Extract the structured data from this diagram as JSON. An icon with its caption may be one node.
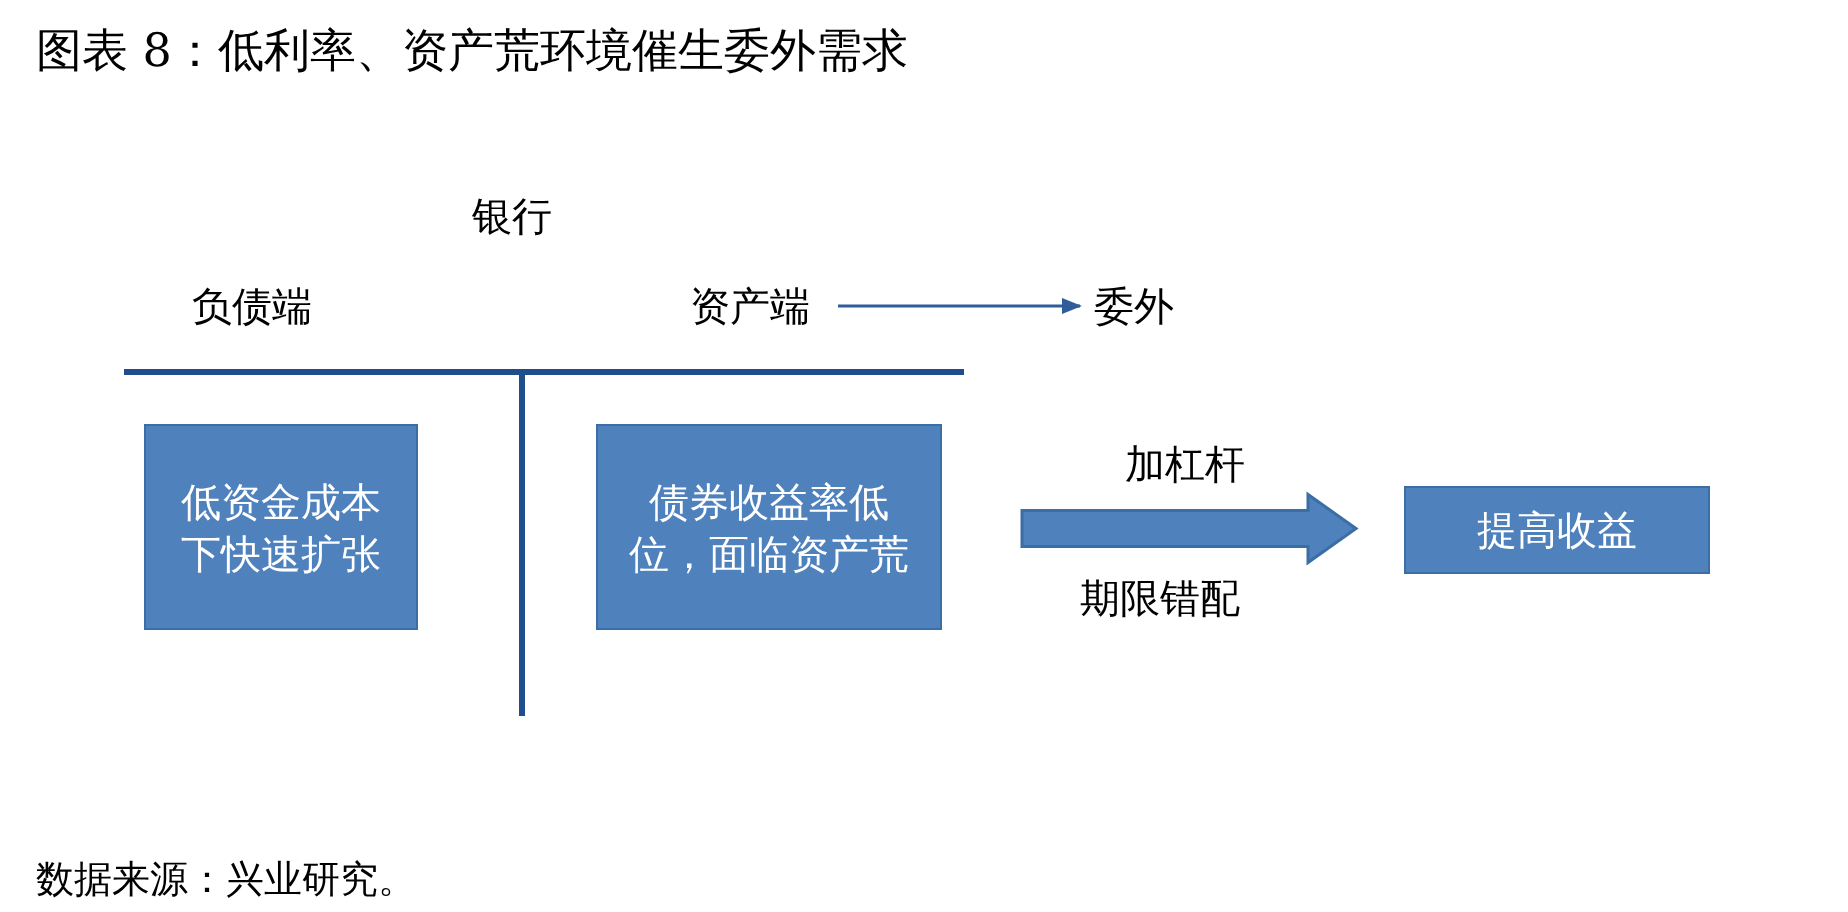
{
  "diagram": {
    "title": "图表 8：低利率、资产荒环境催生委外需求",
    "caption": "数据来源：兴业研究。",
    "nodes": [
      {
        "text": [
          "资产端"
        ]
      },
      {
        "text": [
          "委外"
        ]
      },
      {
        "text": [
          "低资金成本下快速扩张"
        ]
      },
      {
        "text": [
          "债券收益率低位，面临资产荒"
        ]
      },
      {
        "text": [
          "提高收益"
        ]
      }
    ],
    "edges": [
      {
        "from": 0,
        "to": 1,
        "arrow": "to"
      },
      {
        "from": 3,
        "to": 4,
        "arrow": "to",
        "style": "thick",
        "label": "加杠杆"
      }
    ],
    "labels": [
      "银行",
      "负债端",
      "期限错配"
    ]
  }
}
